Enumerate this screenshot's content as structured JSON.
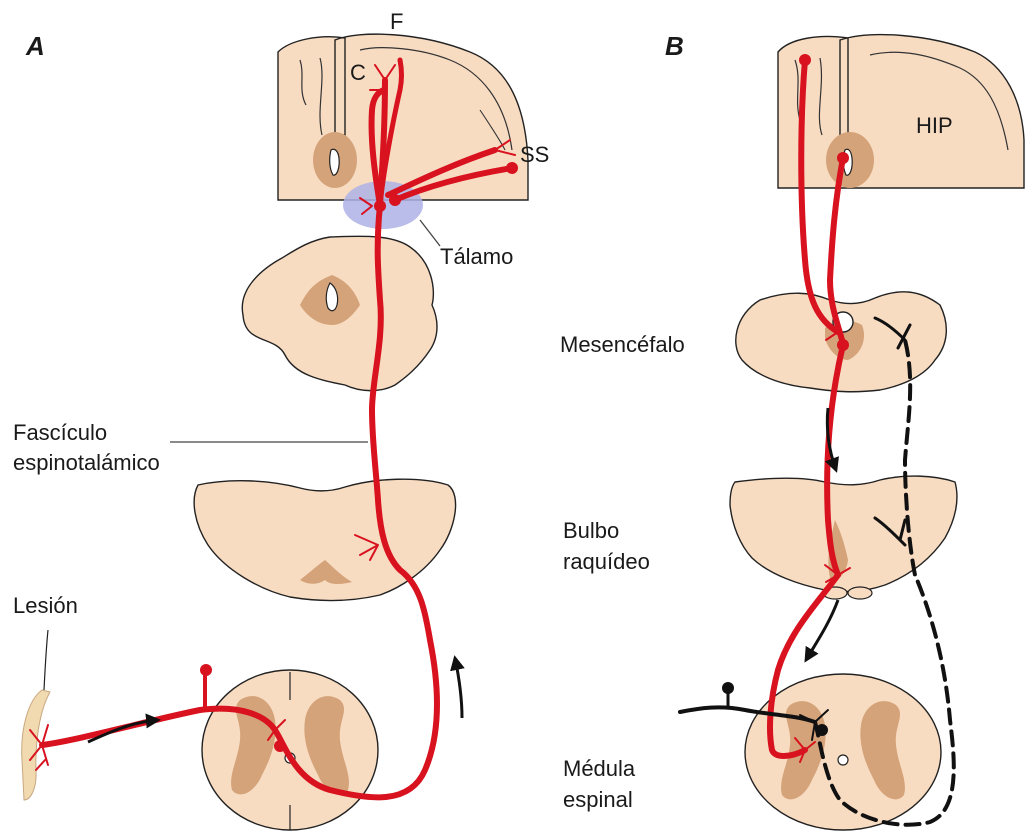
{
  "panels": {
    "a_letter": "A",
    "b_letter": "B"
  },
  "labels": {
    "f": "F",
    "c": "C",
    "ss": "SS",
    "talamo": "Tálamo",
    "fasciculo_1": "Fascículo",
    "fasciculo_2": "espinotalámico",
    "lesion": "Lesión",
    "hip": "HIP",
    "mesencefalo": "Mesencéfalo",
    "bulbo_1": "Bulbo",
    "bulbo_2": "raquídeo",
    "medula_1": "Médula",
    "medula_2": "espinal"
  },
  "colors": {
    "tissue": "#f8dcc2",
    "gray_matter": "#d5a37a",
    "pathway": "#d8121f",
    "thalamus": "#aeb2e6",
    "outline": "#222222",
    "skin": "#f1d9b0"
  }
}
